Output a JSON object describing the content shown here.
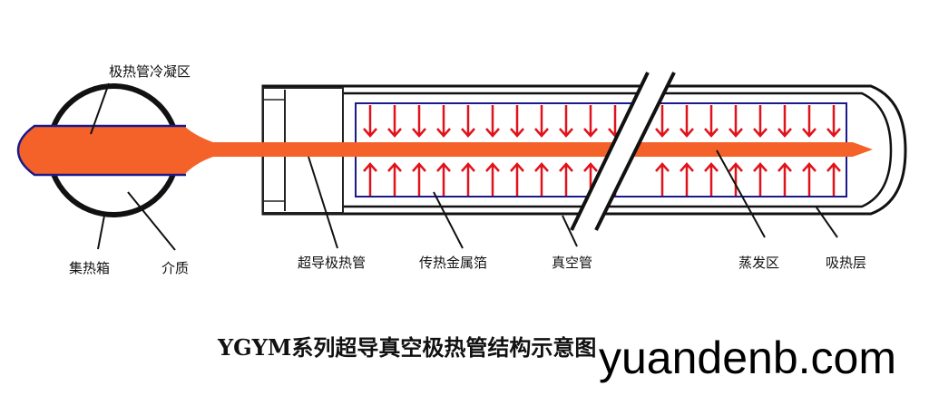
{
  "title": "YGYM系列超导真空极热管结构示意图",
  "watermark": "yuandenb.com",
  "labels": {
    "condenser": "极热管冷凝区",
    "header_box": "集热箱",
    "medium": "介质",
    "heat_pipe": "超导极热管",
    "fin": "传热金属箔",
    "vacuum_tube": "真空管",
    "evaporator": "蒸发区",
    "absorber": "吸热层"
  },
  "colors": {
    "heat_pipe": "#f4622a",
    "arrows": "#e0121b",
    "fin_outline": "#1a1a8c",
    "outline": "#111111"
  }
}
